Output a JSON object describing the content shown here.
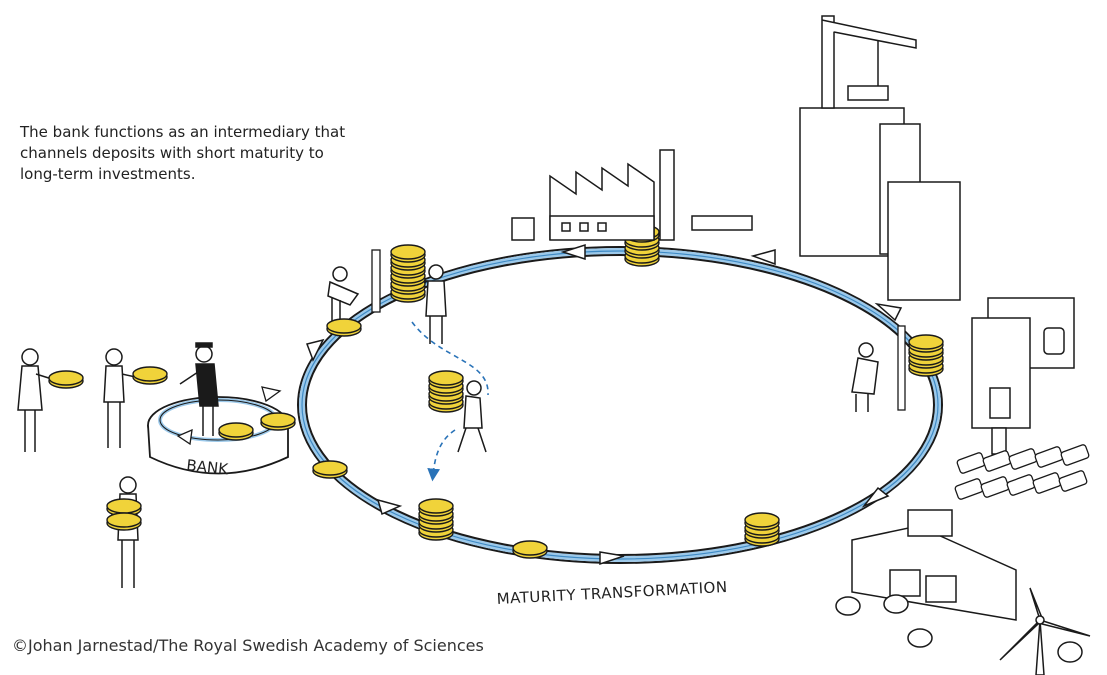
{
  "caption": "The bank functions as an intermediary that\nchannels deposits with short maturity to\nlong-term investments.",
  "labels": {
    "bank": "BANK",
    "maturity": "MATURITY TRANSFORMATION"
  },
  "credit": "©Johan Jarnestad/The Royal Swedish Academy of Sciences",
  "colors": {
    "coin": "#f0d33a",
    "ring": "#3f8ac4",
    "line": "#1a1a1a"
  },
  "icons": [
    "person-icon",
    "coin-icon",
    "coin-stack-icon",
    "factory-icon",
    "skyscraper-icon",
    "crane-icon",
    "car-icon",
    "machine-icon",
    "wind-turbine-icon",
    "arrow-icon"
  ]
}
